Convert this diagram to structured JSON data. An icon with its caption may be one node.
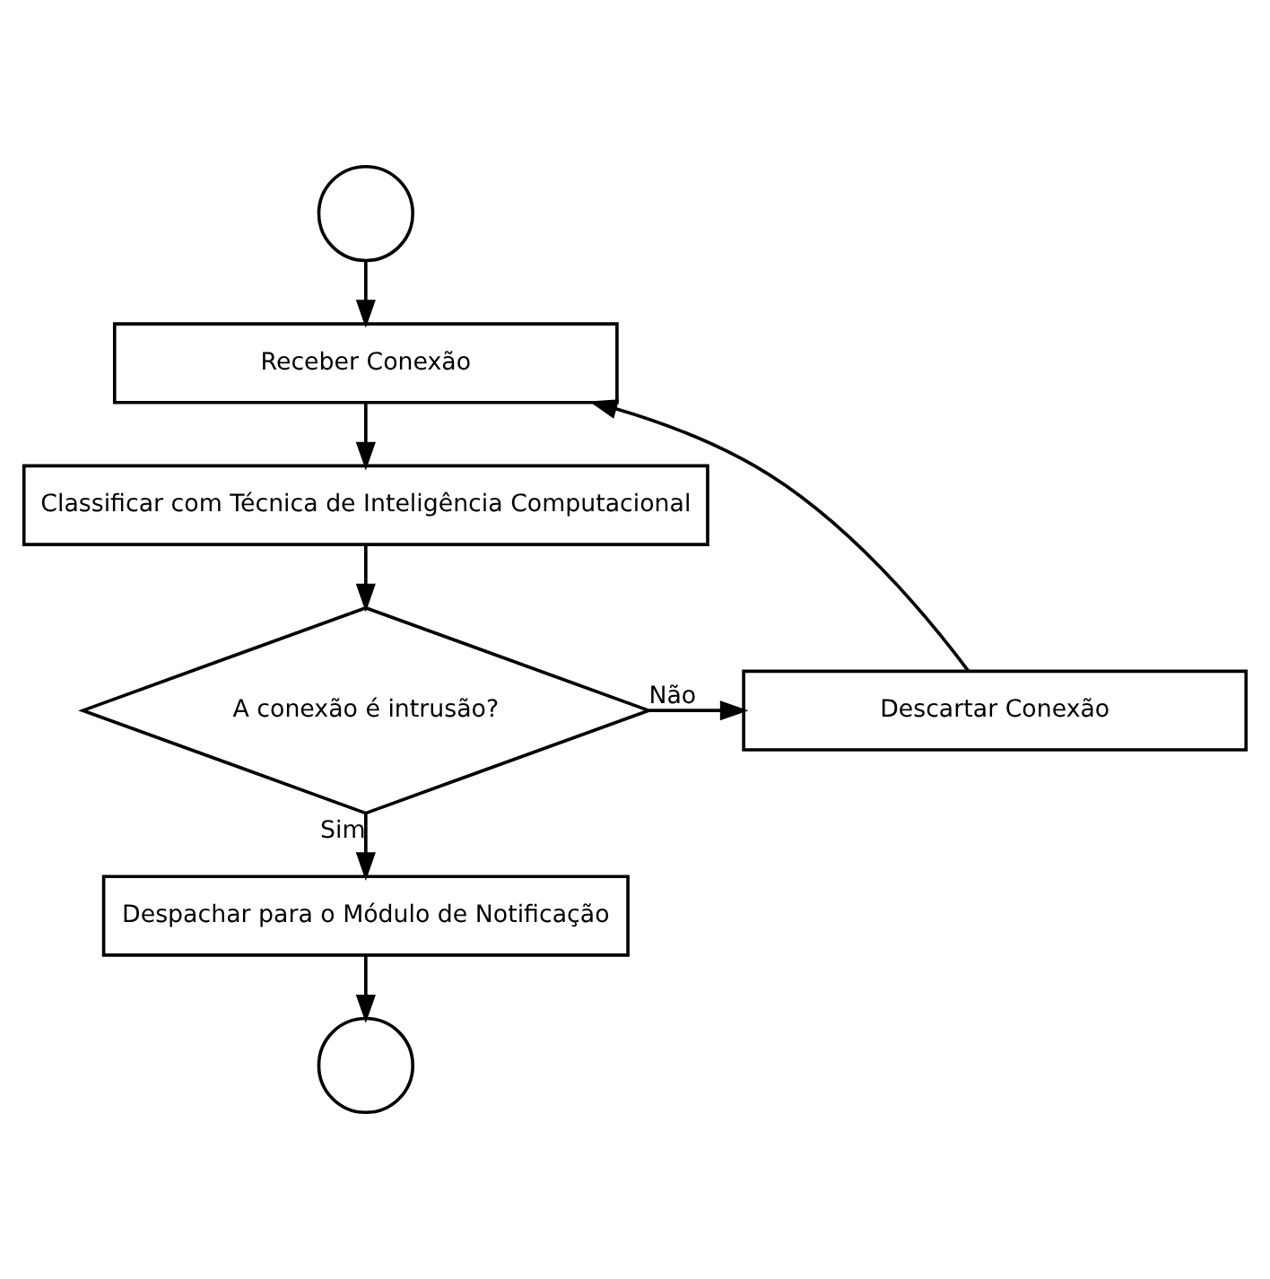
{
  "diagram": {
    "nodes": [
      {
        "text": [],
        "shape": "circle"
      },
      {
        "text": [
          "Receber Conexão"
        ]
      },
      {
        "text": [
          "Classificar com Técnica de Inteligência Computacional"
        ]
      },
      {
        "text": [
          "A conexão é intrusão?"
        ]
      },
      {
        "text": [
          "Descartar Conexão"
        ]
      },
      {
        "text": [
          "Despachar para o Módulo de Notificação"
        ]
      },
      {
        "text": [],
        "shape": "circle"
      }
    ],
    "edges": [
      {
        "from": 0,
        "to": 1,
        "arrow": "to"
      },
      {
        "from": 1,
        "to": 2,
        "arrow": "to"
      },
      {
        "from": 2,
        "to": 3,
        "arrow": "to"
      },
      {
        "from": 3,
        "to": 4,
        "arrow": "to",
        "label": "Não"
      },
      {
        "from": 4,
        "to": 1,
        "arrow": "to"
      },
      {
        "from": 3,
        "to": 5,
        "arrow": "to",
        "label": "Sim"
      },
      {
        "from": 5,
        "to": 6,
        "arrow": "to"
      }
    ]
  }
}
